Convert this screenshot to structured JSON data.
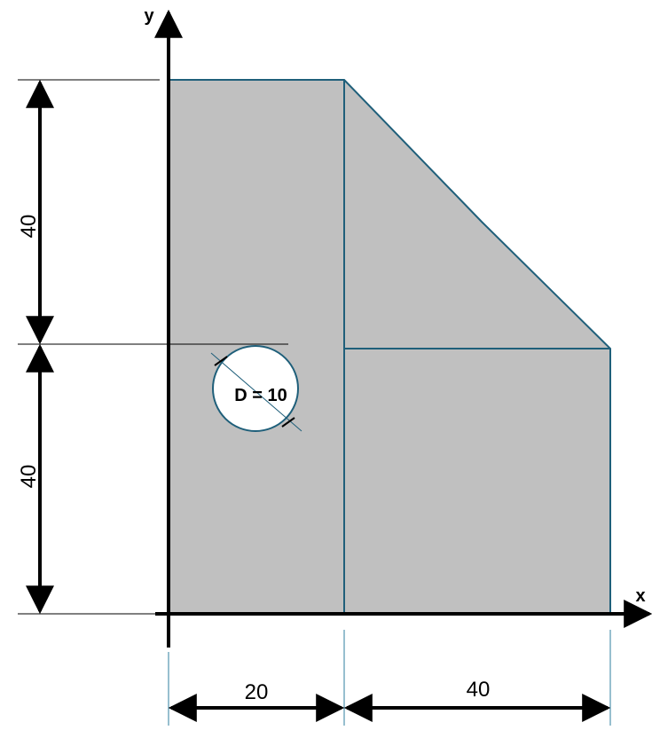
{
  "axes": {
    "x_label": "x",
    "y_label": "y"
  },
  "dimensions": {
    "left_width": "20",
    "right_width": "40",
    "upper_height": "40",
    "lower_height": "40"
  },
  "hole": {
    "label": "D = 10"
  },
  "colors": {
    "fill": "#c0c0c0",
    "edge": "#1f5f7a",
    "axis": "#000000",
    "hole_fill": "#ffffff",
    "extension_line": "#2f7f9f"
  }
}
